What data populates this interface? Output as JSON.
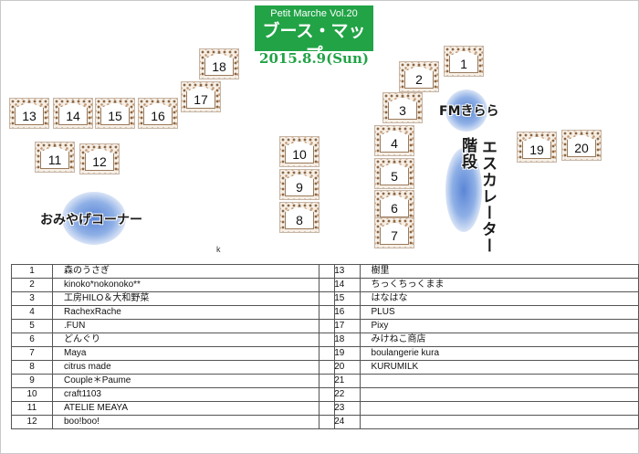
{
  "header": {
    "subtitle": "Petit Marche Vol.20",
    "title": "ブース・マップ",
    "date": "2015.8.9(Sun)"
  },
  "booths": [
    {
      "number": "1"
    },
    {
      "number": "2"
    },
    {
      "number": "3"
    },
    {
      "number": "4"
    },
    {
      "number": "5"
    },
    {
      "number": "6"
    },
    {
      "number": "7"
    },
    {
      "number": "8"
    },
    {
      "number": "9"
    },
    {
      "number": "10"
    },
    {
      "number": "11"
    },
    {
      "number": "12"
    },
    {
      "number": "13"
    },
    {
      "number": "14"
    },
    {
      "number": "15"
    },
    {
      "number": "16"
    },
    {
      "number": "17"
    },
    {
      "number": "18"
    },
    {
      "number": "19"
    },
    {
      "number": "20"
    }
  ],
  "labels": {
    "fm": "FMきらら",
    "stairs": "階段",
    "escalator": "エスカレーター",
    "souvenir": "おみやげコーナー",
    "stray_mark": "k"
  },
  "vendors_left": [
    {
      "no": "1",
      "name": "森のうさぎ"
    },
    {
      "no": "2",
      "name": "kinoko*nokonoko**"
    },
    {
      "no": "3",
      "name": "工房HILO＆大和野菜"
    },
    {
      "no": "4",
      "name": "RachexRache"
    },
    {
      "no": "5",
      "name": ".FUN"
    },
    {
      "no": "6",
      "name": "どんぐり"
    },
    {
      "no": "7",
      "name": "Maya"
    },
    {
      "no": "8",
      "name": "citrus made"
    },
    {
      "no": "9",
      "name": "Couple＊Paume"
    },
    {
      "no": "10",
      "name": "craft1103"
    },
    {
      "no": "11",
      "name": "ATELIE MEAYA"
    },
    {
      "no": "12",
      "name": "boo!boo!"
    }
  ],
  "vendors_right": [
    {
      "no": "13",
      "name": "樹里"
    },
    {
      "no": "14",
      "name": "ちっくちっくまま"
    },
    {
      "no": "15",
      "name": "はなはな"
    },
    {
      "no": "16",
      "name": "PLUS"
    },
    {
      "no": "17",
      "name": "Pixy"
    },
    {
      "no": "18",
      "name": "みけねこ商店"
    },
    {
      "no": "19",
      "name": "boulangerie kura"
    },
    {
      "no": "20",
      "name": "KURUMILK"
    },
    {
      "no": "21",
      "name": ""
    },
    {
      "no": "22",
      "name": ""
    },
    {
      "no": "23",
      "name": ""
    },
    {
      "no": "24",
      "name": ""
    }
  ],
  "colors": {
    "accent_green": "#21a346",
    "marker_blue": "#5b86d6"
  }
}
